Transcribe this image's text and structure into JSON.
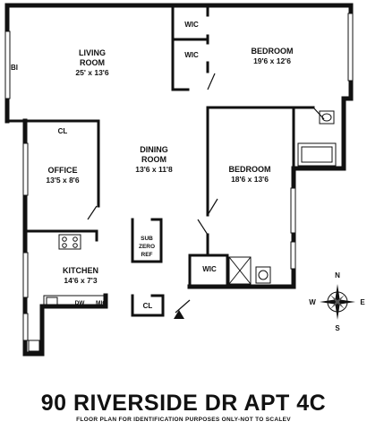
{
  "rooms": {
    "living": {
      "name_line1": "LIVING",
      "name_line2": "ROOM",
      "dims": "25' x 13'6"
    },
    "dining": {
      "name_line1": "DINING",
      "name_line2": "ROOM",
      "dims": "13'6 x 11'8"
    },
    "bedroom1": {
      "name": "BEDROOM",
      "dims": "19'6 x 12'6"
    },
    "bedroom2": {
      "name": "BEDROOM",
      "dims": "18'6 x 13'6"
    },
    "office": {
      "name": "OFFICE",
      "dims": "13'5 x 8'6"
    },
    "kitchen": {
      "name": "KITCHEN",
      "dims": "14'6 x 7'3"
    }
  },
  "labels": {
    "wic_1": "WIC",
    "wic_2": "WIC",
    "wic_3": "WIC",
    "cl_office": "CL",
    "cl_entry": "CL",
    "bi": "BI",
    "sub_zero_1": "SUB",
    "sub_zero_2": "ZERO",
    "sub_zero_3": "REF",
    "dw": "DW",
    "mic": "MIC"
  },
  "compass": {
    "n": "N",
    "s": "S",
    "e": "E",
    "w": "W"
  },
  "title": "90 RIVERSIDE DR APT 4C",
  "subtitle": "FLOOR PLAN FOR IDENTIFICATION PURPOSES ONLY-NOT TO SCALEV"
}
